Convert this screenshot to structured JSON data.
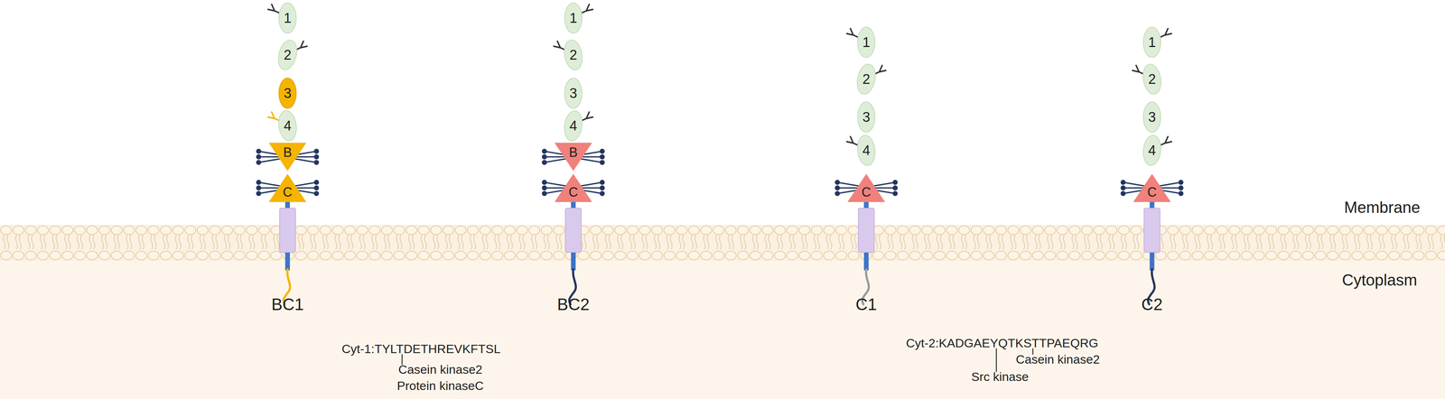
{
  "diagram": {
    "nodes": [
      {
        "text": [
          "1"
        ]
      },
      {
        "text": [
          "2"
        ]
      },
      {
        "text": [
          "3"
        ]
      },
      {
        "text": [
          "4"
        ]
      },
      {
        "text": [
          "B"
        ]
      },
      {
        "text": [
          "C"
        ]
      },
      {
        "text": [
          "1"
        ]
      },
      {
        "text": [
          "2"
        ]
      },
      {
        "text": [
          "3"
        ]
      },
      {
        "text": [
          "4"
        ]
      },
      {
        "text": [
          "B"
        ]
      },
      {
        "text": [
          "C"
        ]
      },
      {
        "text": [
          "1"
        ]
      },
      {
        "text": [
          "2"
        ]
      },
      {
        "text": [
          "3"
        ]
      },
      {
        "text": [
          "4"
        ]
      },
      {
        "text": [
          "C"
        ]
      },
      {
        "text": [
          "1"
        ]
      },
      {
        "text": [
          "2"
        ]
      },
      {
        "text": [
          "3"
        ]
      },
      {
        "text": [
          "4"
        ]
      },
      {
        "text": [
          "C"
        ]
      }
    ],
    "labels": [
      "Membrane",
      "Cytoplasm",
      "BC1",
      "Cyt-1:TYLTDETHREVKFTSL",
      "Casein kinase2",
      "Protein kinaseC",
      "BC2",
      "C1",
      "Cyt-2:KADGAEYQTKSTTPAEQRG",
      "Casein kinase2",
      "Src kinase",
      "C2"
    ]
  }
}
